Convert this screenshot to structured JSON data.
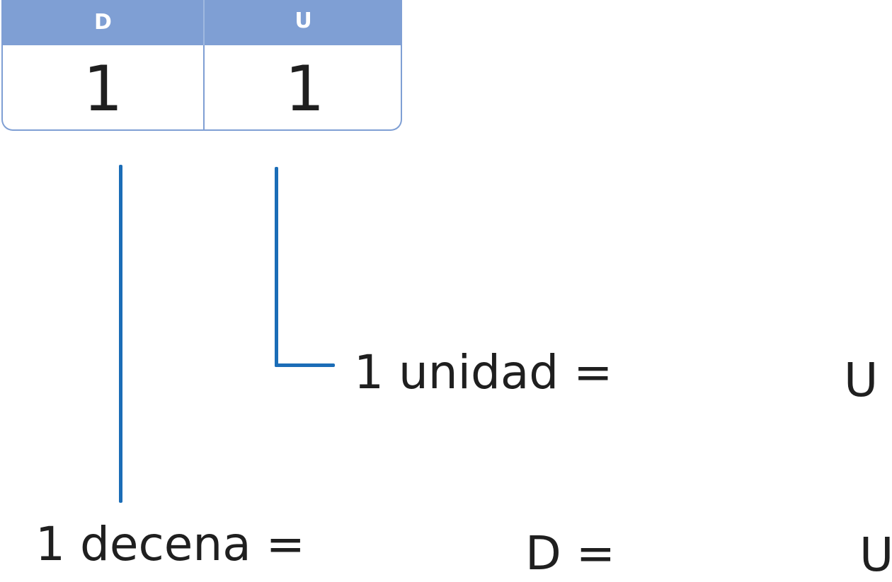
{
  "place_value_table": {
    "header_d": "D",
    "header_u": "U",
    "digit_d": "1",
    "digit_u": "1"
  },
  "statements": {
    "unit_statement": "1 unidad =",
    "unit_symbol": "U",
    "ten_statement": "1 decena =",
    "ten_middle": "D =",
    "ten_symbol": "U"
  },
  "colors": {
    "table_header": "#7f9fd4",
    "connector": "#1b6db7",
    "text": "#1f1f1f"
  }
}
